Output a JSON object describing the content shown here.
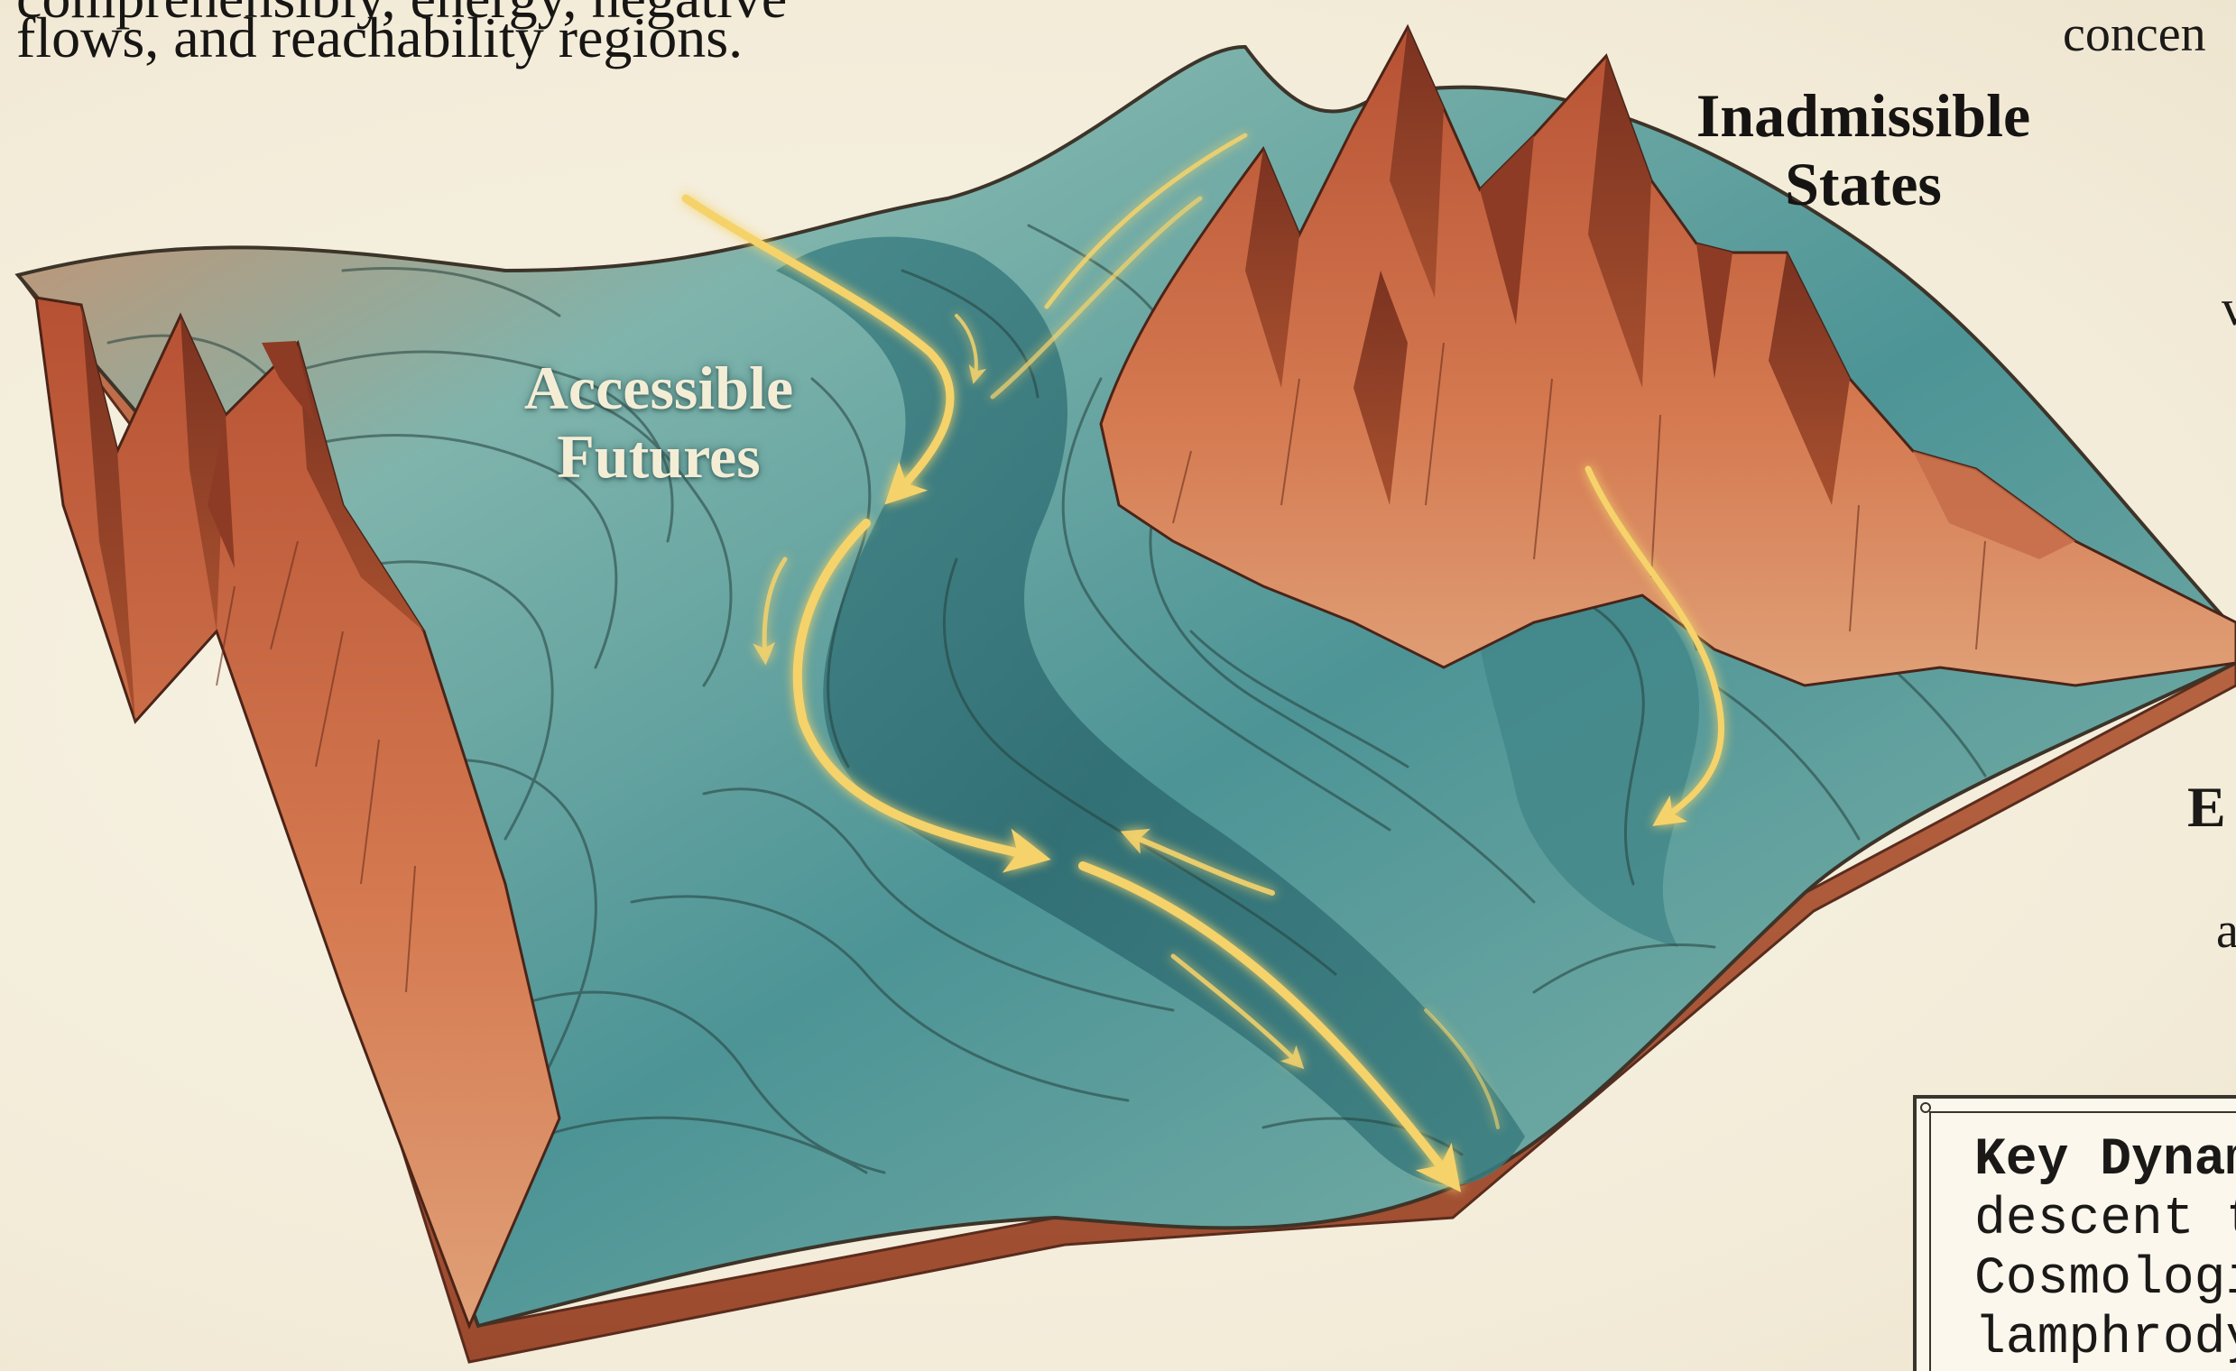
{
  "intro": {
    "line1": "comprehensibly, energy, negative",
    "line2": "flows, and reachability regions."
  },
  "landscape": {
    "label_accessible": [
      "Accessible",
      "Futures"
    ],
    "label_inadmissible": [
      "Inadmissible",
      "States"
    ]
  },
  "side_text": {
    "line1": "concen",
    "line2": "v",
    "line3": "E",
    "line4": "a"
  },
  "key_box": {
    "title": "Key Dynam",
    "line2": "descent t",
    "line3": "Cosmologi",
    "line4": "lamphrody"
  },
  "colors": {
    "background": "#f5efe0",
    "valley_teal": "#4f9a99",
    "valley_deep": "#2f6e72",
    "peak_rust": "#c86a45",
    "peak_shadow": "#7a3422",
    "flow_gold": "#f2cf63",
    "ink": "#1a1917"
  }
}
